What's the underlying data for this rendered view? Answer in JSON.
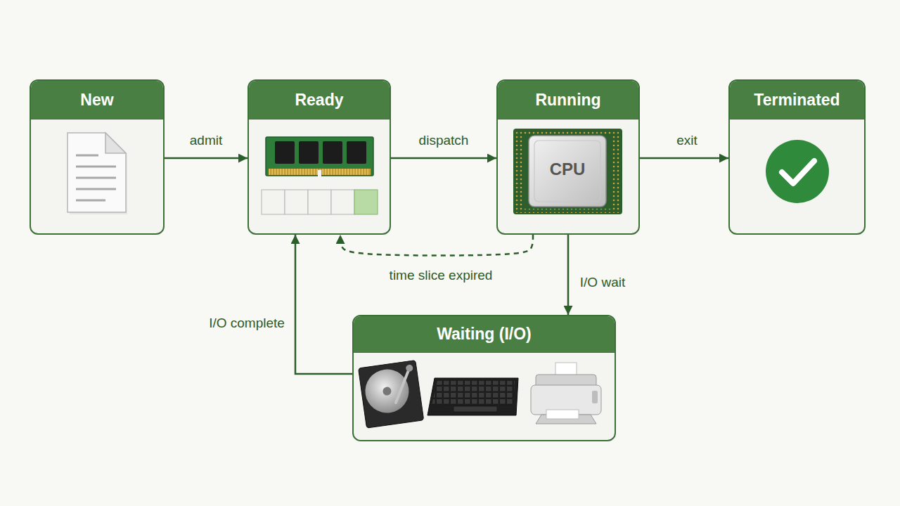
{
  "diagram": {
    "nodes": [
      {
        "text": [
          "New"
        ]
      },
      {
        "text": [
          "Ready"
        ]
      },
      {
        "text": [
          "Running"
        ]
      },
      {
        "text": [
          "Terminated"
        ]
      },
      {
        "text": [
          "Waiting (I/O)"
        ]
      }
    ],
    "edges": [
      {
        "from": 0,
        "to": 1,
        "label": "admit",
        "arrow": "to"
      },
      {
        "from": 1,
        "to": 2,
        "label": "dispatch",
        "arrow": "to"
      },
      {
        "from": 2,
        "to": 3,
        "label": "exit",
        "arrow": "to"
      },
      {
        "from": 2,
        "to": 1,
        "label": "time slice expired",
        "arrow": "to"
      },
      {
        "from": 2,
        "to": 4,
        "label": "I/O wait",
        "arrow": "to"
      },
      {
        "from": 4,
        "to": 1,
        "label": "I/O complete",
        "arrow": "to"
      }
    ],
    "labels": [
      "CPU"
    ]
  }
}
